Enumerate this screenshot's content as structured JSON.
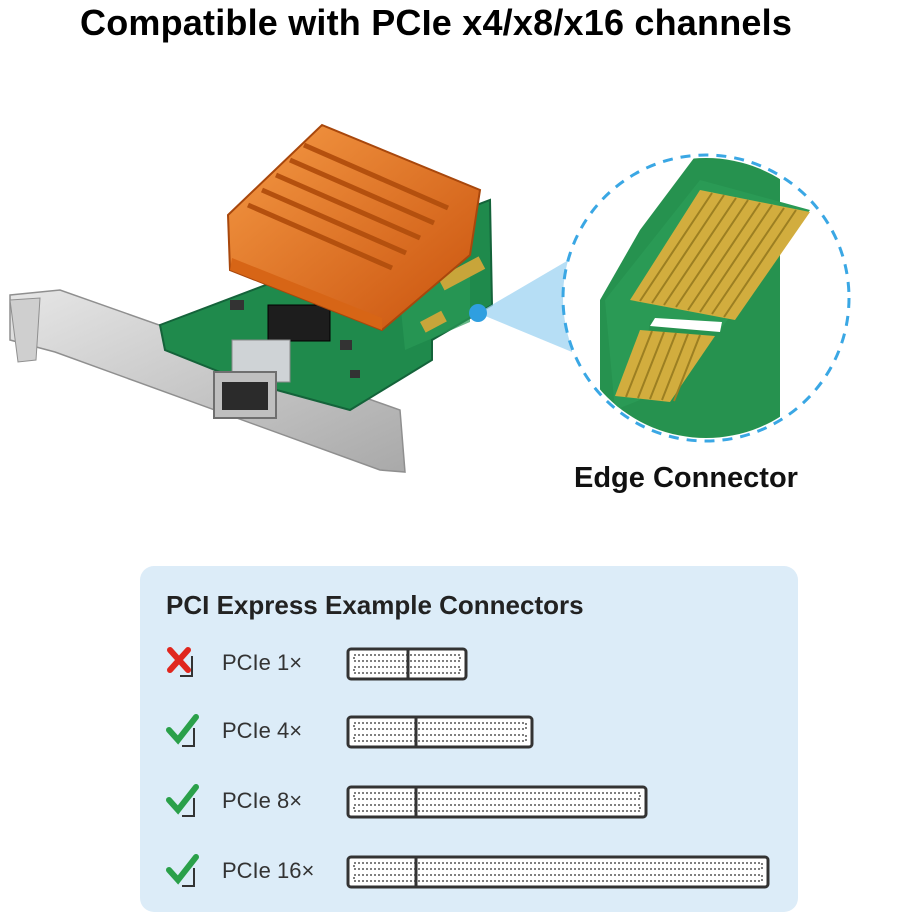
{
  "headline": "Compatible with PCIe x4/x8/x16 channels",
  "callout": {
    "label": "Edge Connector"
  },
  "colors": {
    "heatsink": "#e8741e",
    "pcb": "#1f8a4c",
    "callout": "#3aa7e4",
    "panel_bg": "#dcecf8",
    "check": "#2aa04a",
    "cross": "#e0261d"
  },
  "panel": {
    "title": "PCI Express Example Connectors",
    "rows": [
      {
        "label": "PCIe 1×",
        "compatible": false,
        "icon": "cross-icon"
      },
      {
        "label": "PCIe 4×",
        "compatible": true,
        "icon": "check-icon"
      },
      {
        "label": "PCIe 8×",
        "compatible": true,
        "icon": "check-icon"
      },
      {
        "label": "PCIe 16×",
        "compatible": true,
        "icon": "check-icon"
      }
    ]
  }
}
